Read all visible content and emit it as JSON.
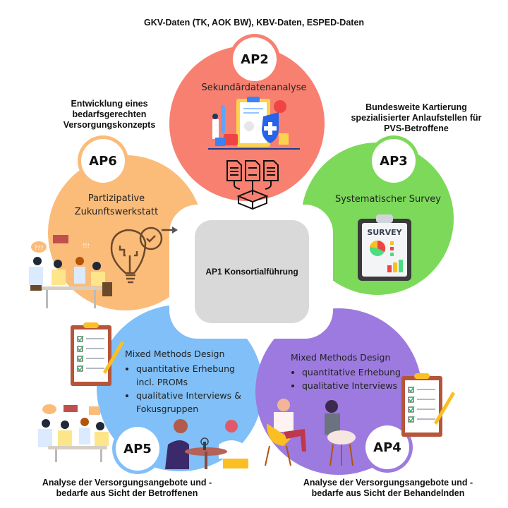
{
  "diagram": {
    "colors": {
      "ap2": "#f88070",
      "ap3": "#7dd95a",
      "ap4": "#9d7ae0",
      "ap5": "#80bff7",
      "ap6": "#fbbc7a",
      "center": "#d9d9d9"
    },
    "center": {
      "label": "AP1 Konsortialführung"
    },
    "ap2": {
      "badge": "AP2",
      "caption": "GKV-Daten (TK, AOK BW), KBV-Daten, ESPED-Daten",
      "title": "Sekundärdatenanalyse",
      "illustration": "medical-records-illustration",
      "icon": "documents-merge-icon"
    },
    "ap3": {
      "badge": "AP3",
      "caption_lines": [
        "Bundesweite Kartierung",
        "spezialisierter Anlaufstellen für",
        "PVS-Betroffene"
      ],
      "title": "Systematischer Survey",
      "icon": "survey-clipboard-icon",
      "icon_text": "SURVEY"
    },
    "ap4": {
      "badge": "AP4",
      "caption_lines": [
        "Analyse der Versorgungsangebote und -",
        "bedarfe aus Sicht der Behandelnden"
      ],
      "method_title": "Mixed Methods Design",
      "bullets": [
        "quantitative Erhebung",
        "qualitative Interviews"
      ],
      "illustration": "interview-illustration",
      "icon": "checklist-clipboard-icon"
    },
    "ap5": {
      "badge": "AP5",
      "caption_lines": [
        "Analyse der Versorgungsangebote und -",
        "bedarfe aus Sicht der Betroffenen"
      ],
      "method_title": "Mixed Methods Design",
      "bullets": [
        "quantitative Erhebung incl. PROMs",
        "qualitative Interviews & Fokusgruppen"
      ],
      "illustration": "podcast-interview-illustration",
      "illustration2": "focus-group-illustration",
      "icon": "checklist-clipboard-icon"
    },
    "ap6": {
      "badge": "AP6",
      "caption_lines": [
        "Entwicklung eines",
        "bedarfsgerechten",
        "Versorgungskonzepts"
      ],
      "title_lines": [
        "Partizipative",
        "Zukunftswerkstatt"
      ],
      "icon": "lightbulb-clock-icon",
      "illustration": "workshop-team-illustration",
      "speech_bubbles": [
        "???",
        "!!!"
      ]
    }
  }
}
